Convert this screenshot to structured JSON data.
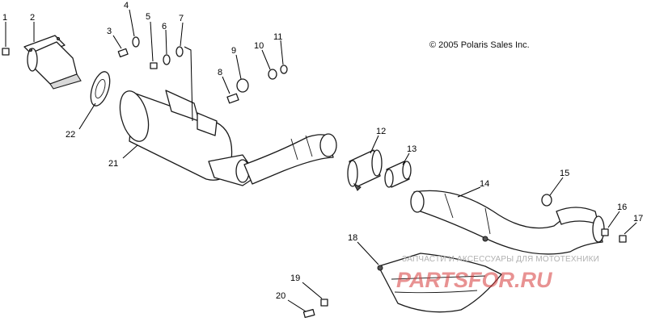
{
  "copyright": "© 2005 Polaris Sales Inc.",
  "watermark": {
    "caption": "ЗАПЧАСТИ И АКСЕССУАРЫ ДЛЯ МОТОТЕХНИКИ",
    "logo_text": "PARTSFOR.RU",
    "logo_color": "#d63a3a"
  },
  "callouts": [
    "1",
    "2",
    "3",
    "4",
    "5",
    "6",
    "7",
    "8",
    "9",
    "10",
    "11",
    "12",
    "13",
    "14",
    "15",
    "16",
    "17",
    "18",
    "19",
    "20",
    "21",
    "22"
  ]
}
